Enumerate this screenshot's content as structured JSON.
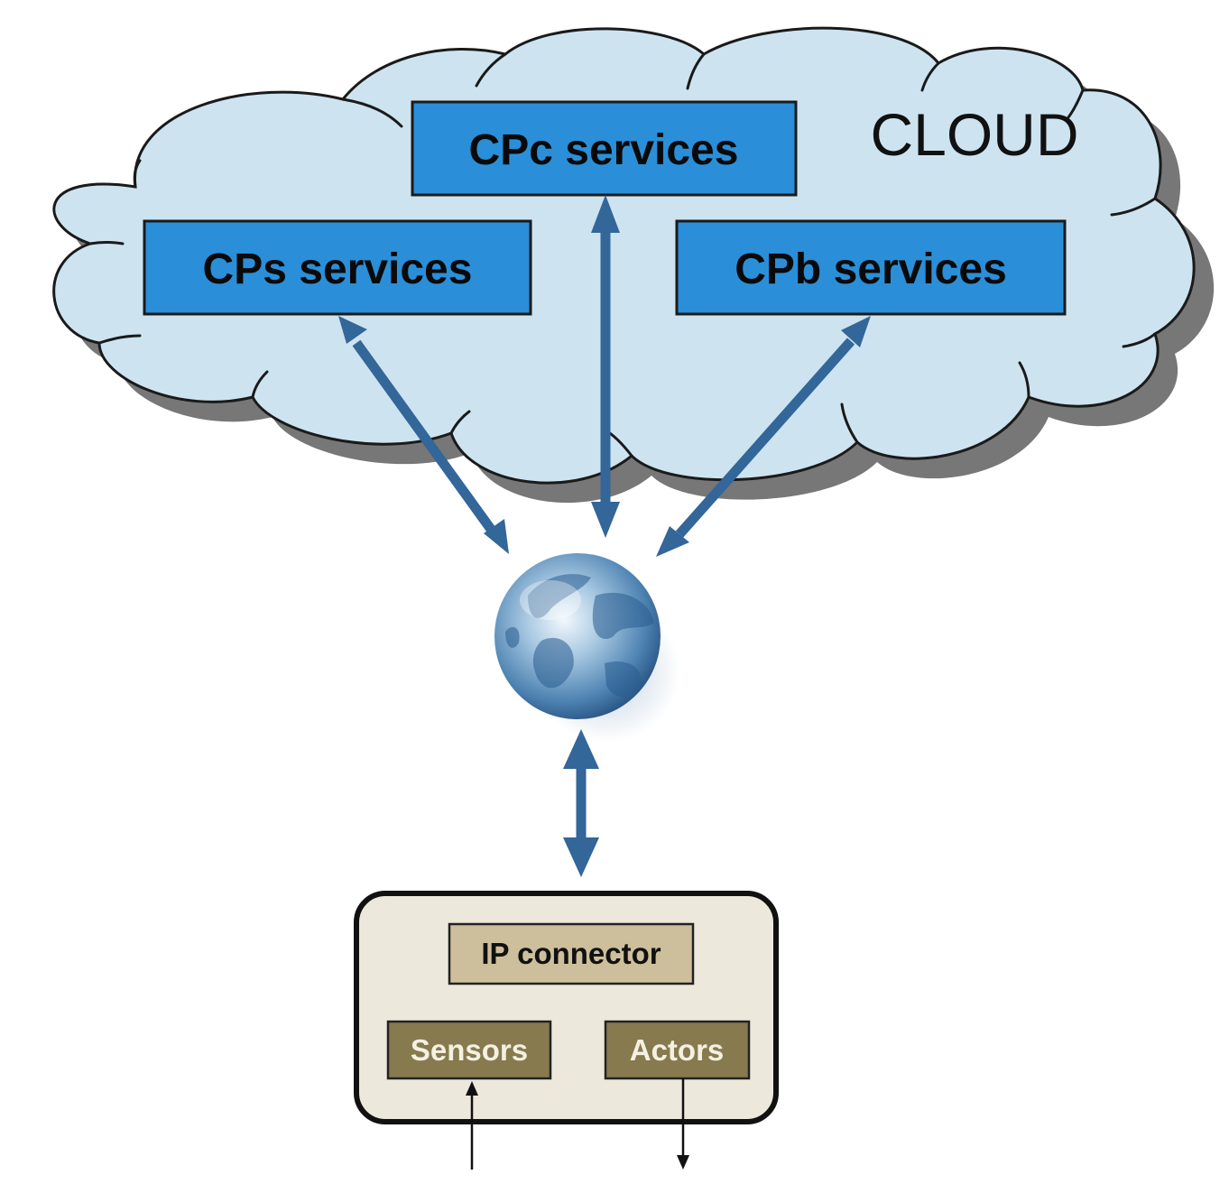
{
  "cloud": {
    "label": "CLOUD"
  },
  "services": {
    "cpc": "CPc services",
    "cps": "CPs services",
    "cpb": "CPb services"
  },
  "device": {
    "connector": "IP connector",
    "sensors": "Sensors",
    "actors": "Actors"
  },
  "colors": {
    "cloud_fill": "#cde4f0",
    "service_fill": "#2a8fd8",
    "arrow": "#336699",
    "device_fill": "#ede8dc",
    "connector_fill": "#cdbf9b",
    "port_fill": "#867a4e"
  },
  "icons": {
    "internet": "globe-icon"
  }
}
